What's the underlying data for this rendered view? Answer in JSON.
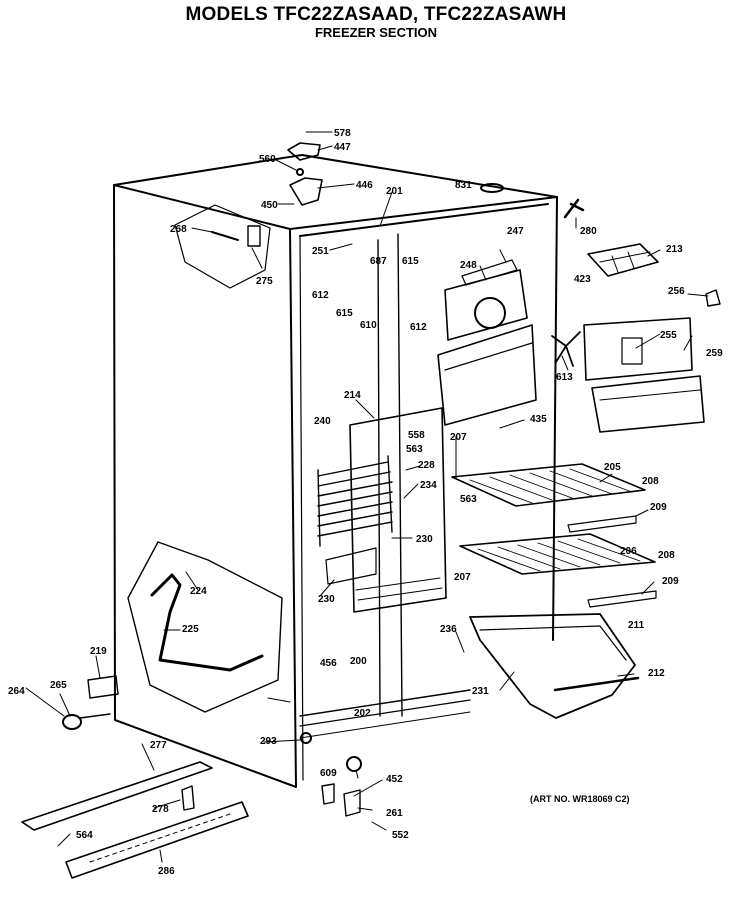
{
  "header": {
    "title": "MODELS TFC22ZASAAD, TFC22ZASAWH",
    "subtitle": "FREEZER SECTION"
  },
  "art_number": "(ART NO. WR18069 C2)",
  "callouts": [
    "578",
    "447",
    "560",
    "446",
    "450",
    "201",
    "831",
    "268",
    "251",
    "687",
    "615",
    "247",
    "280",
    "248",
    "213",
    "275",
    "612",
    "615",
    "610",
    "612",
    "423",
    "256",
    "255",
    "259",
    "613",
    "214",
    "435",
    "240",
    "558",
    "563",
    "207",
    "205",
    "228",
    "208",
    "234",
    "563",
    "209",
    "230",
    "230",
    "206",
    "208",
    "207",
    "209",
    "224",
    "225",
    "236",
    "211",
    "219",
    "456",
    "200",
    "212",
    "264",
    "265",
    "231",
    "202",
    "293",
    "277",
    "609",
    "452",
    "278",
    "261",
    "564",
    "552",
    "286"
  ]
}
